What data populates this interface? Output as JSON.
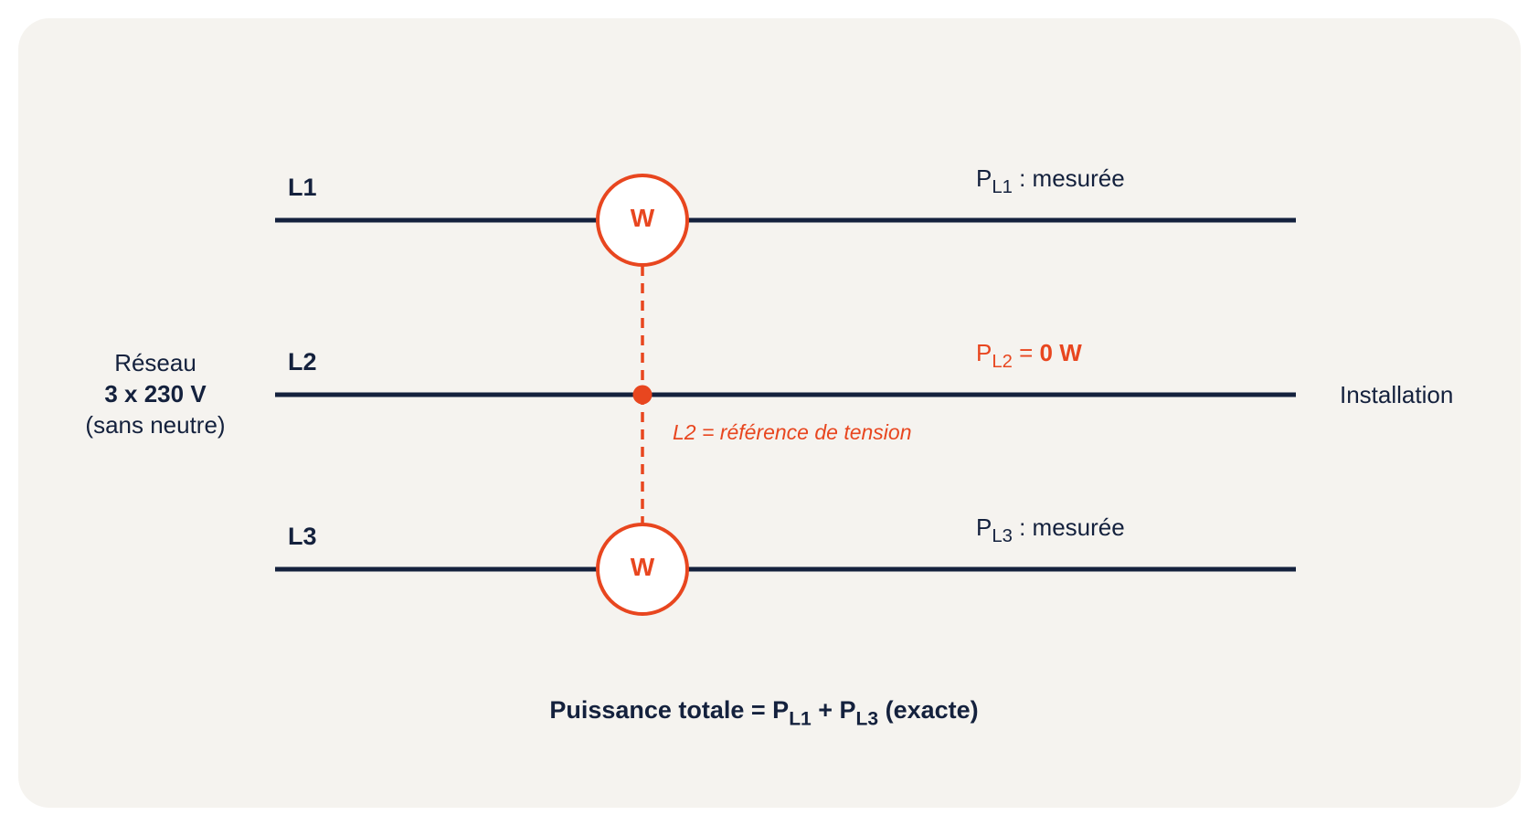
{
  "phases": {
    "l1": {
      "label": "L1",
      "power_prefix": "P",
      "power_sub": "L1",
      "power_text": " : mesurée"
    },
    "l2": {
      "label": "L2",
      "power_prefix": "P",
      "power_sub": "L2",
      "power_eq": " = ",
      "power_value": "0 W"
    },
    "l3": {
      "label": "L3",
      "power_prefix": "P",
      "power_sub": "L3",
      "power_text": " : mesurée"
    }
  },
  "meters": {
    "top": "W",
    "bottom": "W"
  },
  "network": {
    "line1": "Réseau",
    "line2": "3 x 230 V",
    "line3": "(sans neutre)"
  },
  "installation_label": "Installation",
  "reference_note": "L2 = référence de tension",
  "formula": {
    "prefix": "Puissance totale = P",
    "sub1": "L1",
    "mid": " + P",
    "sub2": "L3",
    "suffix": " (exacte)"
  },
  "colors": {
    "line": "#14213d",
    "accent": "#e8461f",
    "panel": "#f5f3ef"
  }
}
